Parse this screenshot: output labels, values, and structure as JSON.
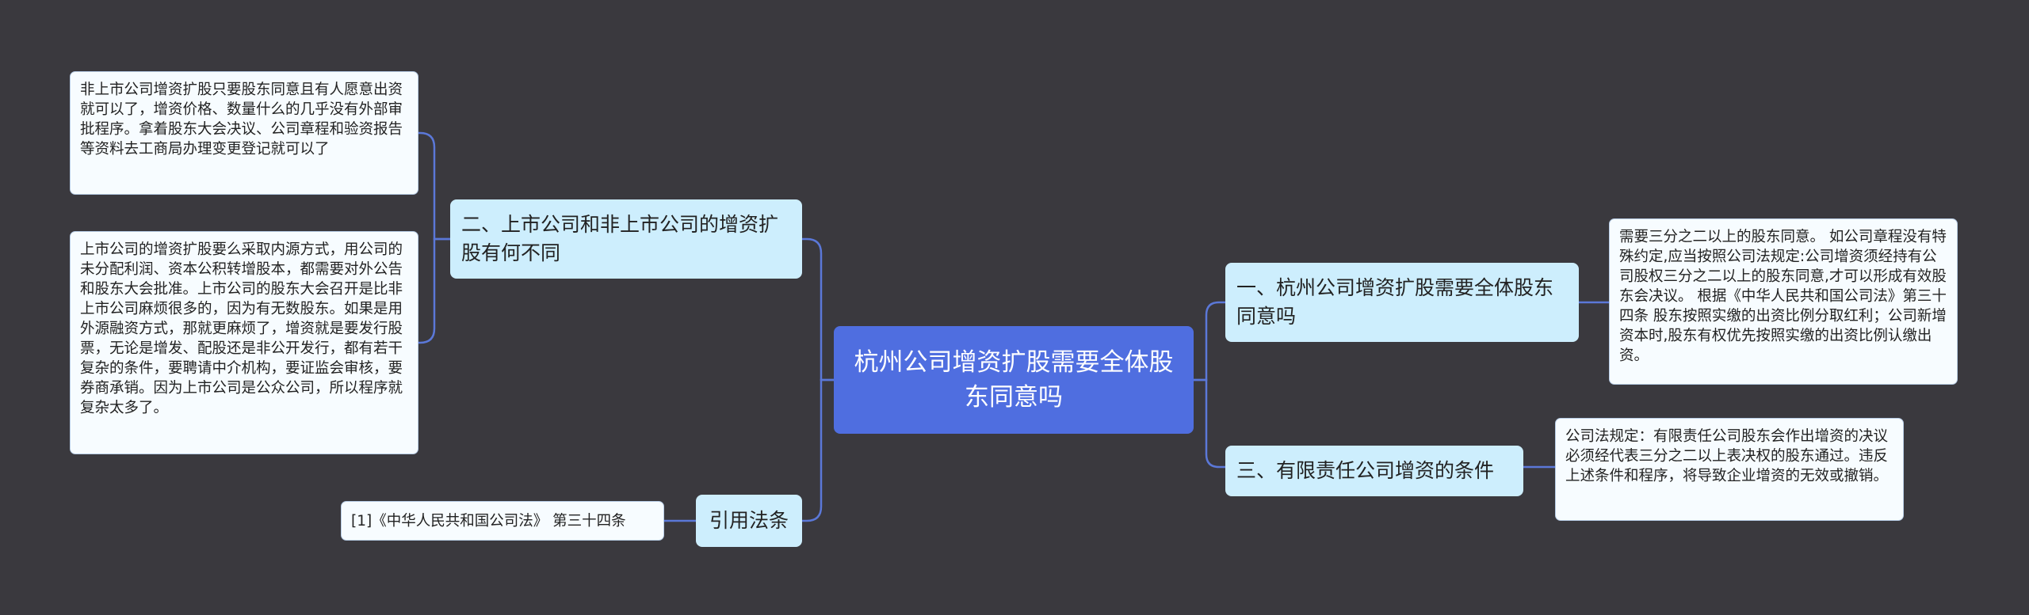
{
  "central": {
    "text": "杭州公司增资扩股需要全体股东同意吗"
  },
  "colors": {
    "background": "#3a393e",
    "central": "#4f6ee0",
    "branch": "#cdeefd",
    "leaf": "#f7fcff",
    "connector": "#5b78d8"
  },
  "branches": {
    "b1": {
      "label": "二、上市公司和非上市公司的增资扩股有何不同",
      "leaves": [
        "非上市公司增资扩股只要股东同意且有人愿意出资就可以了，增资价格、数量什么的几乎没有外部审批程序。拿着股东大会决议、公司章程和验资报告等资料去工商局办理变更登记就可以了",
        "上市公司的增资扩股要么采取内源方式，用公司的未分配利润、资本公积转增股本，都需要对外公告和股东大会批准。上市公司的股东大会召开是比非上市公司麻烦很多的，因为有无数股东。如果是用外源融资方式，那就更麻烦了，增资就是要发行股票，无论是增发、配股还是非公开发行，都有若干复杂的条件，要聘请中介机构，要证监会审核，要券商承销。因为上市公司是公众公司，所以程序就复杂太多了。"
      ]
    },
    "b2": {
      "label": "引用法条",
      "leaves": [
        "[1]《中华人民共和国公司法》 第三十四条"
      ]
    },
    "b3": {
      "label": "一、杭州公司增资扩股需要全体股东同意吗",
      "leaves": [
        "需要三分之二以上的股东同意。 如公司章程没有特殊约定,应当按照公司法规定:公司增资须经持有公司股权三分之二以上的股东同意,才可以形成有效股东会决议。 根据《中华人民共和国公司法》第三十四条 股东按照实缴的出资比例分取红利；公司新增资本时,股东有权优先按照实缴的出资比例认缴出资。"
      ]
    },
    "b4": {
      "label": "三、有限责任公司增资的条件",
      "leaves": [
        "公司法规定：有限责任公司股东会作出增资的决议必须经代表三分之二以上表决权的股东通过。违反上述条件和程序，将导致企业增资的无效或撤销。"
      ]
    }
  }
}
